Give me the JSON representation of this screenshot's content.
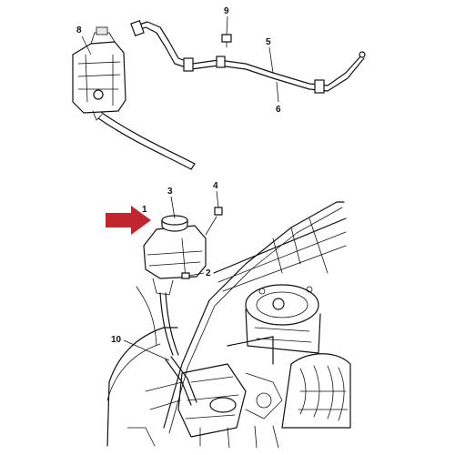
{
  "callouts": {
    "c1": "1",
    "c2": "2",
    "c3": "3",
    "c4": "4",
    "c5": "5",
    "c6": "6",
    "c8": "8",
    "c9": "9",
    "c10": "10"
  },
  "colors": {
    "arrow": "#c0262d",
    "line": "#111111",
    "background": "#ffffff"
  }
}
